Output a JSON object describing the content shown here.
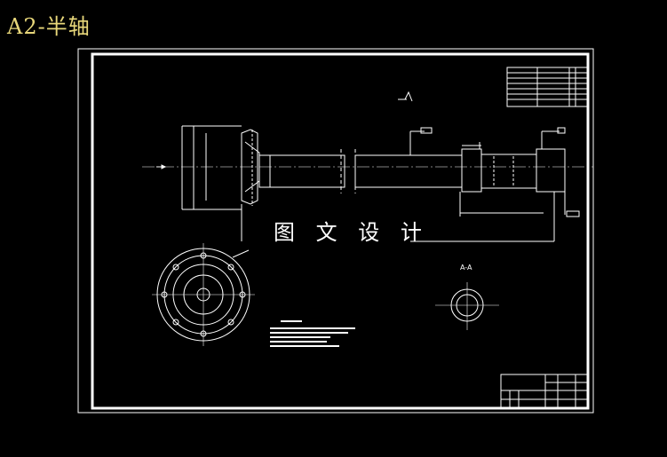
{
  "drawing": {
    "title": "A2-半轴",
    "watermark": "图 文 设 计",
    "section_label": "A-A"
  },
  "colors": {
    "background": "#000000",
    "title": "#e8d77a",
    "line": "#ffffff"
  }
}
